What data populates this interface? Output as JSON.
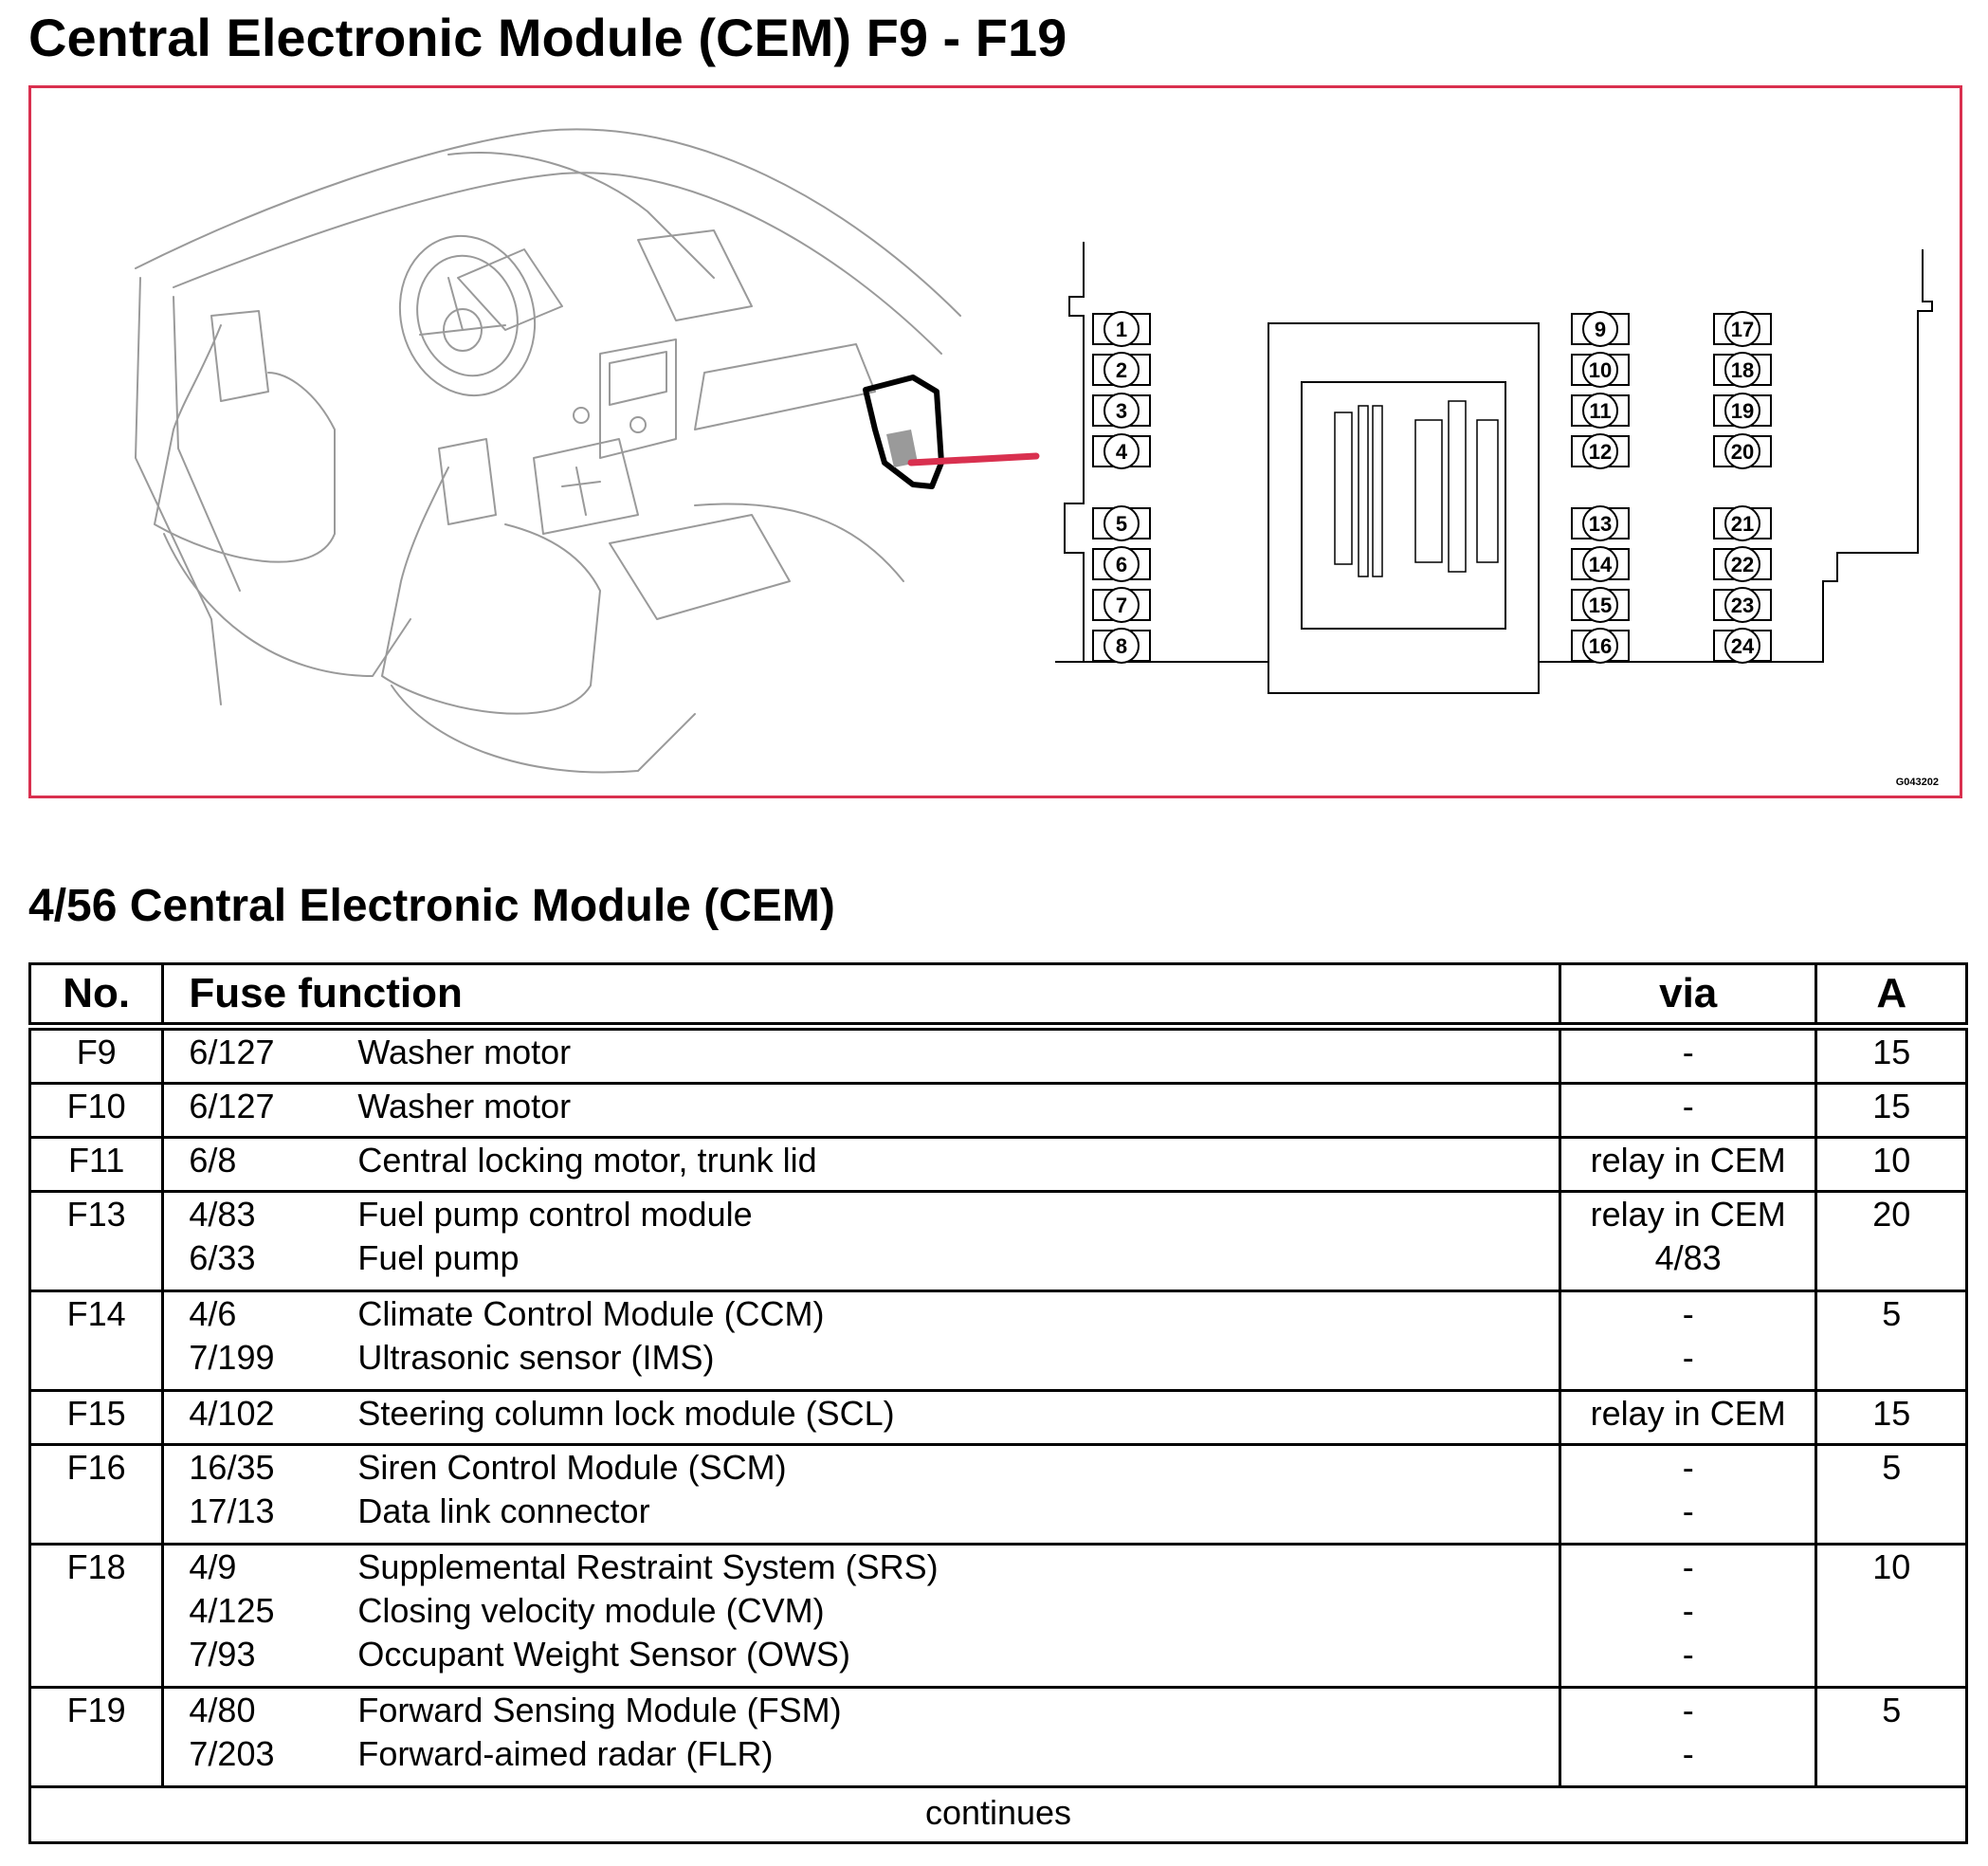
{
  "title": "Central Electronic Module (CEM) F9 - F19",
  "figure": {
    "id": "G043202",
    "fuse_labels": [
      "1",
      "2",
      "3",
      "4",
      "5",
      "6",
      "7",
      "8",
      "9",
      "10",
      "11",
      "12",
      "13",
      "14",
      "15",
      "16",
      "17",
      "18",
      "19",
      "20",
      "21",
      "22",
      "23",
      "24"
    ],
    "colors": {
      "border": "#d9304f",
      "pointer": "#d9304f",
      "line": "#000000",
      "sketch": "#9a9a9a"
    }
  },
  "subtitle": "4/56 Central Electronic Module (CEM)",
  "table": {
    "headers": {
      "no": "No.",
      "function": "Fuse function",
      "via": "via",
      "amps": "A"
    },
    "rows": [
      {
        "no": "F9",
        "items": [
          {
            "code": "6/127",
            "desc": "Washer motor",
            "via": "-"
          }
        ],
        "amps": "15"
      },
      {
        "no": "F10",
        "items": [
          {
            "code": "6/127",
            "desc": "Washer motor",
            "via": "-"
          }
        ],
        "amps": "15"
      },
      {
        "no": "F11",
        "items": [
          {
            "code": "6/8",
            "desc": "Central locking motor, trunk lid",
            "via": "relay in CEM"
          }
        ],
        "amps": "10"
      },
      {
        "no": "F13",
        "items": [
          {
            "code": "4/83",
            "desc": "Fuel pump control module",
            "via": "relay in CEM"
          },
          {
            "code": "6/33",
            "desc": "Fuel pump",
            "via": "4/83"
          }
        ],
        "amps": "20"
      },
      {
        "no": "F14",
        "items": [
          {
            "code": "4/6",
            "desc": "Climate Control Module (CCM)",
            "via": "-"
          },
          {
            "code": "7/199",
            "desc": "Ultrasonic sensor (IMS)",
            "via": "-"
          }
        ],
        "amps": "5"
      },
      {
        "no": "F15",
        "items": [
          {
            "code": "4/102",
            "desc": "Steering column lock module (SCL)",
            "via": "relay in CEM"
          }
        ],
        "amps": "15"
      },
      {
        "no": "F16",
        "items": [
          {
            "code": "16/35",
            "desc": "Siren Control Module (SCM)",
            "via": "-"
          },
          {
            "code": "17/13",
            "desc": "Data link connector",
            "via": "-"
          }
        ],
        "amps": "5"
      },
      {
        "no": "F18",
        "items": [
          {
            "code": "4/9",
            "desc": "Supplemental Restraint System (SRS)",
            "via": "-"
          },
          {
            "code": "4/125",
            "desc": "Closing velocity module (CVM)",
            "via": "-"
          },
          {
            "code": "7/93",
            "desc": "Occupant Weight Sensor (OWS)",
            "via": "-"
          }
        ],
        "amps": "10"
      },
      {
        "no": "F19",
        "items": [
          {
            "code": "4/80",
            "desc": "Forward Sensing Module (FSM)",
            "via": "-"
          },
          {
            "code": "7/203",
            "desc": "Forward-aimed radar (FLR)",
            "via": "-"
          }
        ],
        "amps": "5"
      }
    ],
    "footer": "continues"
  }
}
